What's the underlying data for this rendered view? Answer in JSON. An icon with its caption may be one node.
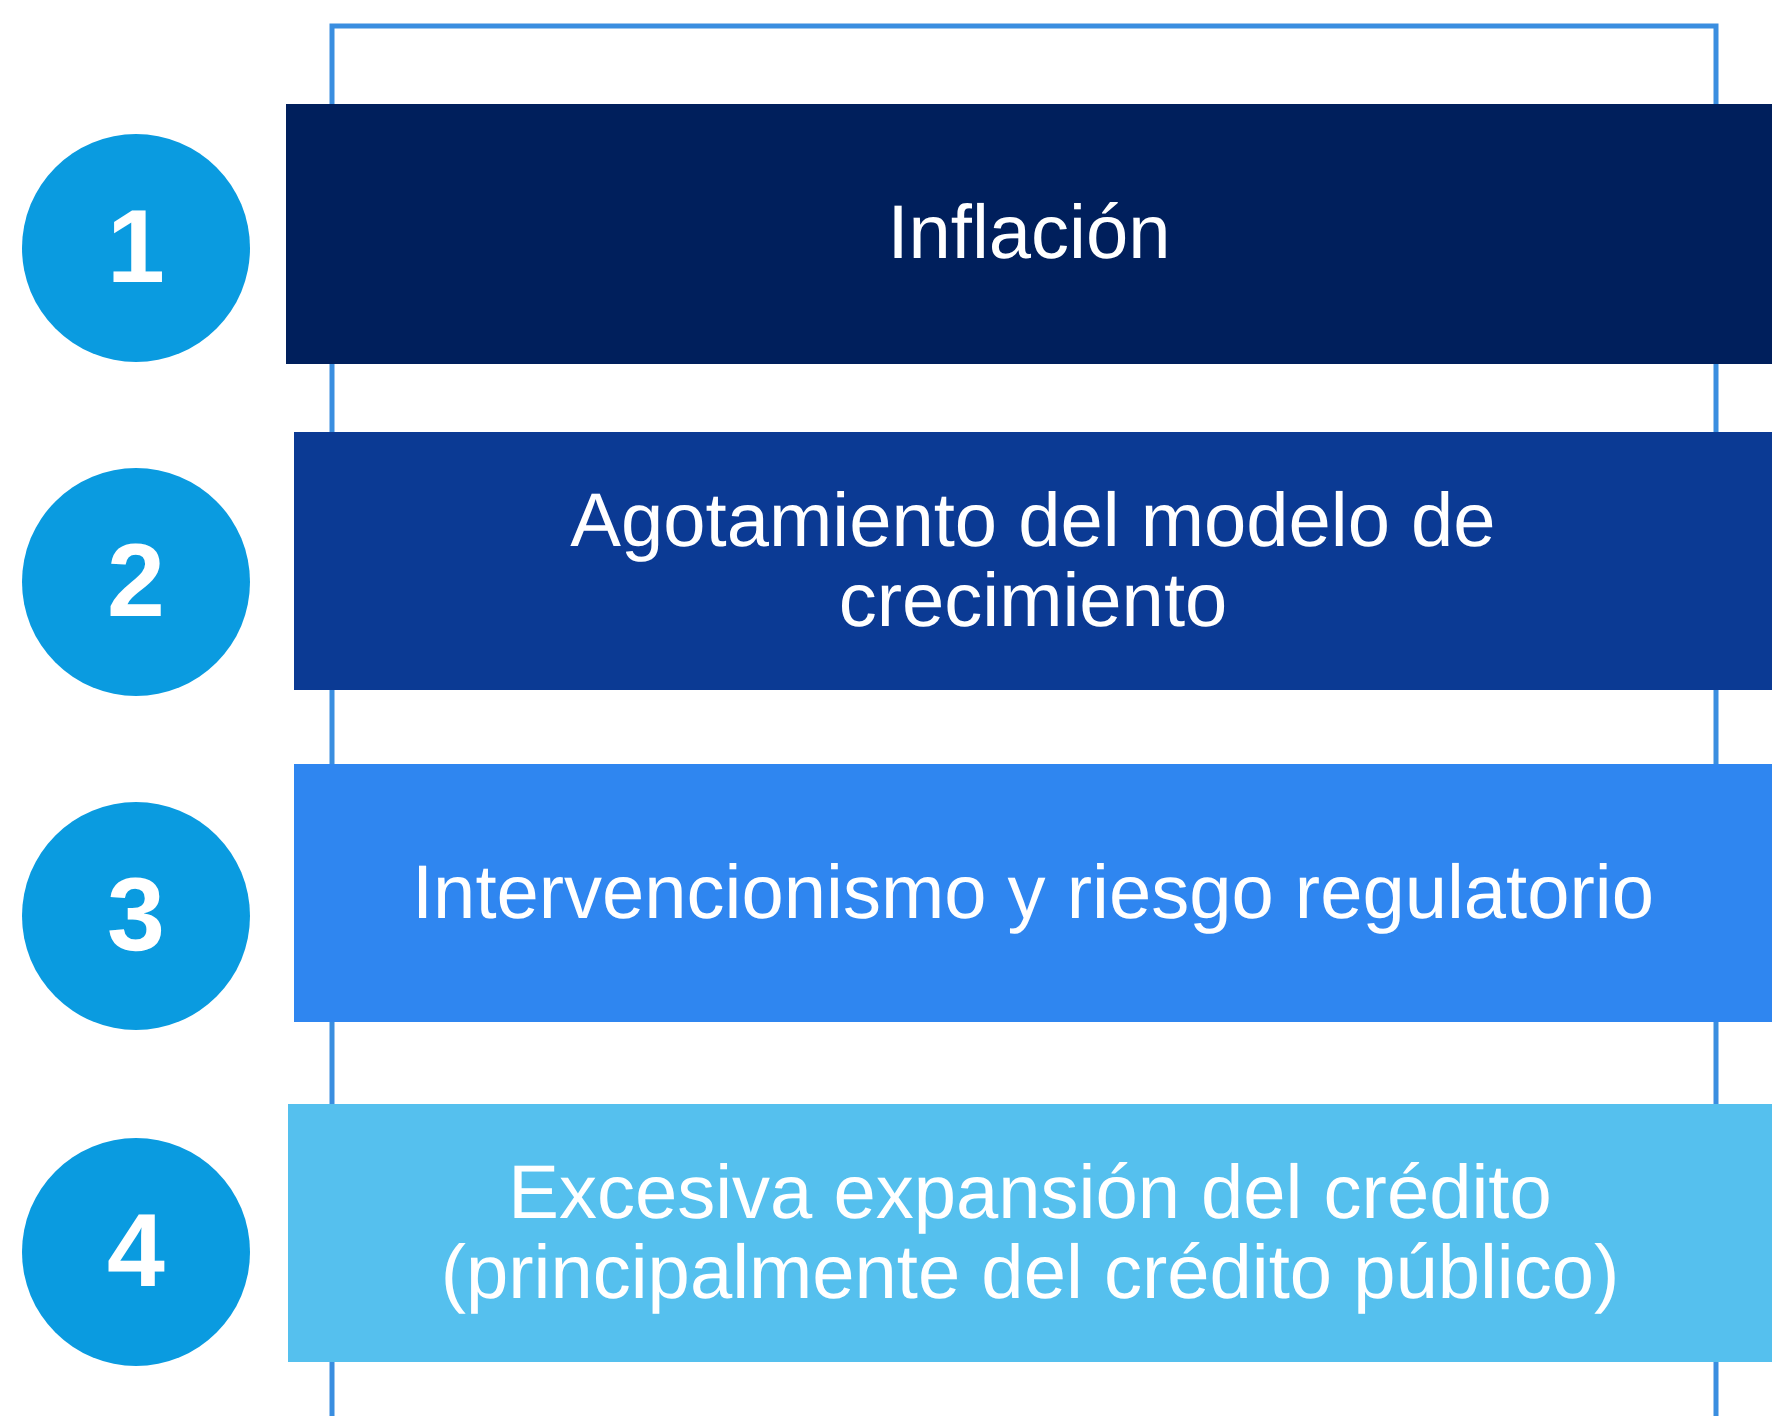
{
  "diagram": {
    "nodes": [
      {
        "text": [
          "1"
        ]
      },
      {
        "text": [
          "Inflación"
        ]
      },
      {
        "text": [
          "2"
        ]
      },
      {
        "text": [
          "Agotamiento del modelo de crecimiento"
        ]
      },
      {
        "text": [
          "3"
        ]
      },
      {
        "text": [
          "Intervencionismo y riesgo regulatorio"
        ]
      },
      {
        "text": [
          "4"
        ]
      },
      {
        "text": [
          "Excesiva expansión del crédito (principalmente del crédito público)"
        ]
      }
    ]
  }
}
